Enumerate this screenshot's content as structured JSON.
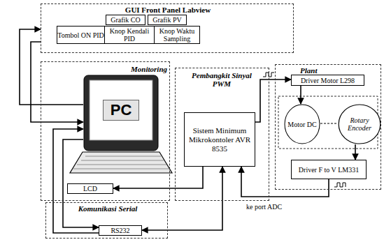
{
  "diagram": {
    "nodes": [
      {
        "text": [
          "GUI Front Panel Labview"
        ]
      },
      {
        "text": [
          "Grafik CO"
        ],
        "in": 0
      },
      {
        "text": [
          "Grafik PV"
        ],
        "in": 0
      },
      {
        "text": [
          "Tombol ON PID"
        ],
        "in": 0
      },
      {
        "text": [
          "Knop Kendali PID"
        ],
        "in": 0
      },
      {
        "text": [
          "Knop Waktu Sampling"
        ],
        "in": 0
      },
      {
        "text": [
          "Monitoring"
        ]
      },
      {
        "text": [
          "PC"
        ],
        "in": 6
      },
      {
        "text": [
          "LCD"
        ],
        "in": 6
      },
      {
        "text": [
          "Pembangkit Sinyal PWM"
        ]
      },
      {
        "text": [
          "Sistem Minimum Mikrokontoler AVR 8535"
        ],
        "in": 9
      },
      {
        "text": [
          "Plant"
        ]
      },
      {
        "text": [
          "Driver Motor L298"
        ],
        "in": 11
      },
      {
        "text": [
          "Motor DC"
        ],
        "in": 11
      },
      {
        "text": [
          "Rotary Encoder"
        ],
        "in": 11
      },
      {
        "text": [
          "Driver F to V LM331"
        ],
        "in": 11
      },
      {
        "text": [
          "Komunikasi Serial"
        ]
      },
      {
        "text": [
          "RS232"
        ],
        "in": 16
      }
    ],
    "edges": [
      {
        "from": 7,
        "to": 0,
        "arrow": "to"
      },
      {
        "from": 0,
        "to": 7,
        "arrow": "to"
      },
      {
        "from": 10,
        "to": 12,
        "arrow": "to"
      },
      {
        "from": 13,
        "to": 14,
        "arrow": "none"
      },
      {
        "from": 12,
        "to": 13,
        "arrow": "to"
      },
      {
        "from": 14,
        "to": 15,
        "arrow": "to"
      },
      {
        "from": 15,
        "to": 10,
        "arrow": "to"
      },
      {
        "from": 10,
        "to": 8,
        "arrow": "to"
      },
      {
        "from": 17,
        "to": 10,
        "arrow": "both"
      },
      {
        "from": 7,
        "to": 17,
        "arrow": "to"
      },
      {
        "from": 17,
        "to": 7,
        "arrow": "to"
      }
    ],
    "labels": [
      "ke port ADC"
    ]
  }
}
